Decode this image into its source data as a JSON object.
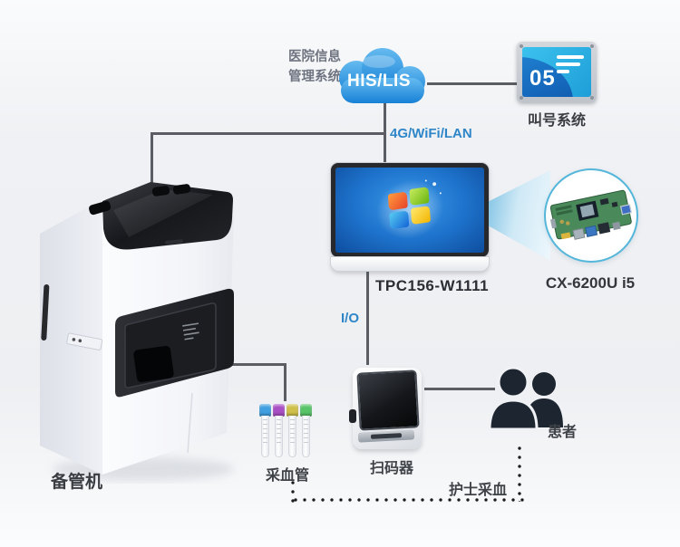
{
  "diagram": {
    "hospital_system": {
      "line1": "医院信息",
      "line2": "管理系统"
    },
    "cloud": {
      "label": "HIS/LIS",
      "color_top": "#5fb5ee",
      "color_bottom": "#1a84d8"
    },
    "network_label": "4G/WiFi/LAN",
    "queue_display": {
      "number": "05",
      "label": "叫号系统",
      "screen_color": "#25a9e0",
      "swoosh_color": "#1166bb"
    },
    "panel_pc": {
      "model": "TPC156-W1111",
      "wallpaper_color": "#1e73cc"
    },
    "motherboard": {
      "model": "CX-6200U i5",
      "pcb_color": "#4a8a5a"
    },
    "io_label": "I/O",
    "machine": {
      "label": "备管机"
    },
    "tubes": {
      "label": "采血管",
      "cap_colors": [
        "#3f9fe0",
        "#a94fc4",
        "#cfc04a",
        "#58c468"
      ]
    },
    "scanner": {
      "label": "扫码器"
    },
    "patients": {
      "label": "患者",
      "silhouette_color": "#1d2530"
    },
    "nurse_path_label": "护士采血",
    "accent_text_blue": "#2e86c9",
    "connector_color": "#5a5d63"
  }
}
